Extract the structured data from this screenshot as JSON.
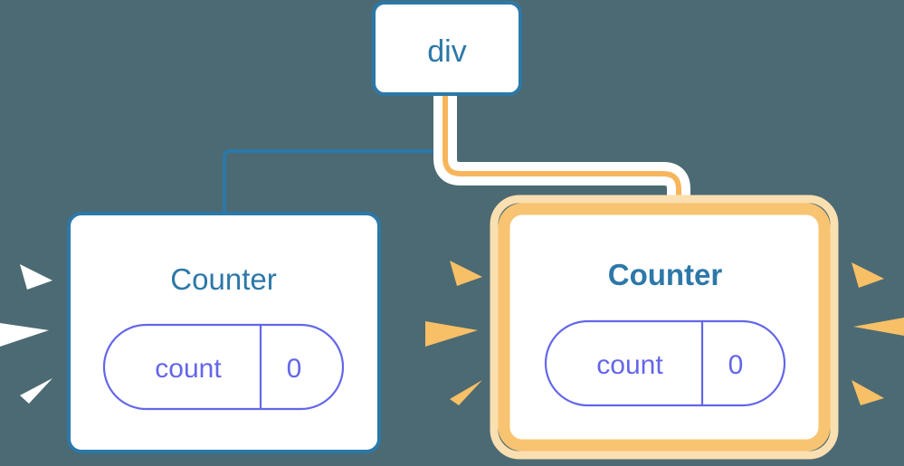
{
  "diagram": {
    "title": "react component tree re-render highlight",
    "background_color": "#4c6a73",
    "type": "component-tree"
  },
  "palette": {
    "background": "#4c6a73",
    "node_border_blue": "#2c78a8",
    "node_fill": "#ffffff",
    "text_blue": "#2c78a8",
    "pill_stroke": "#6366e8",
    "pill_text": "#6366e8",
    "edge_blue": "#2c78a8",
    "edge_orange": "#f7b65c",
    "highlight_orange": "#f8c471",
    "highlight_outer_orange": "#fadfb0",
    "halo_white": "#ffffff",
    "ray_white": "#ffffff",
    "ray_orange": "#f8c066"
  },
  "nodes": {
    "root": {
      "label": "div",
      "state": "idle",
      "bold": false
    },
    "left_counter": {
      "label": "Counter",
      "state": "idle",
      "bold": false,
      "highlighted": false,
      "props": {
        "name": "count",
        "value": "0"
      },
      "burst": {
        "color": "white",
        "direction": "left",
        "ray_count": 3
      }
    },
    "right_counter": {
      "label": "Counter",
      "state": "re-rendering",
      "bold": true,
      "highlighted": true,
      "props": {
        "name": "count",
        "value": "0"
      },
      "burst_left": {
        "color": "orange",
        "direction": "right",
        "ray_count": 3
      },
      "burst_right": {
        "color": "orange",
        "direction": "right",
        "ray_count": 3
      }
    }
  },
  "edges": [
    {
      "name": "root-to-left-counter",
      "from": "root",
      "to": "left_counter",
      "color": "#2c78a8",
      "active": false
    },
    {
      "name": "root-to-right-counter",
      "from": "root",
      "to": "right_counter",
      "color": "#f7b65c",
      "active": true,
      "halo": true
    }
  ]
}
